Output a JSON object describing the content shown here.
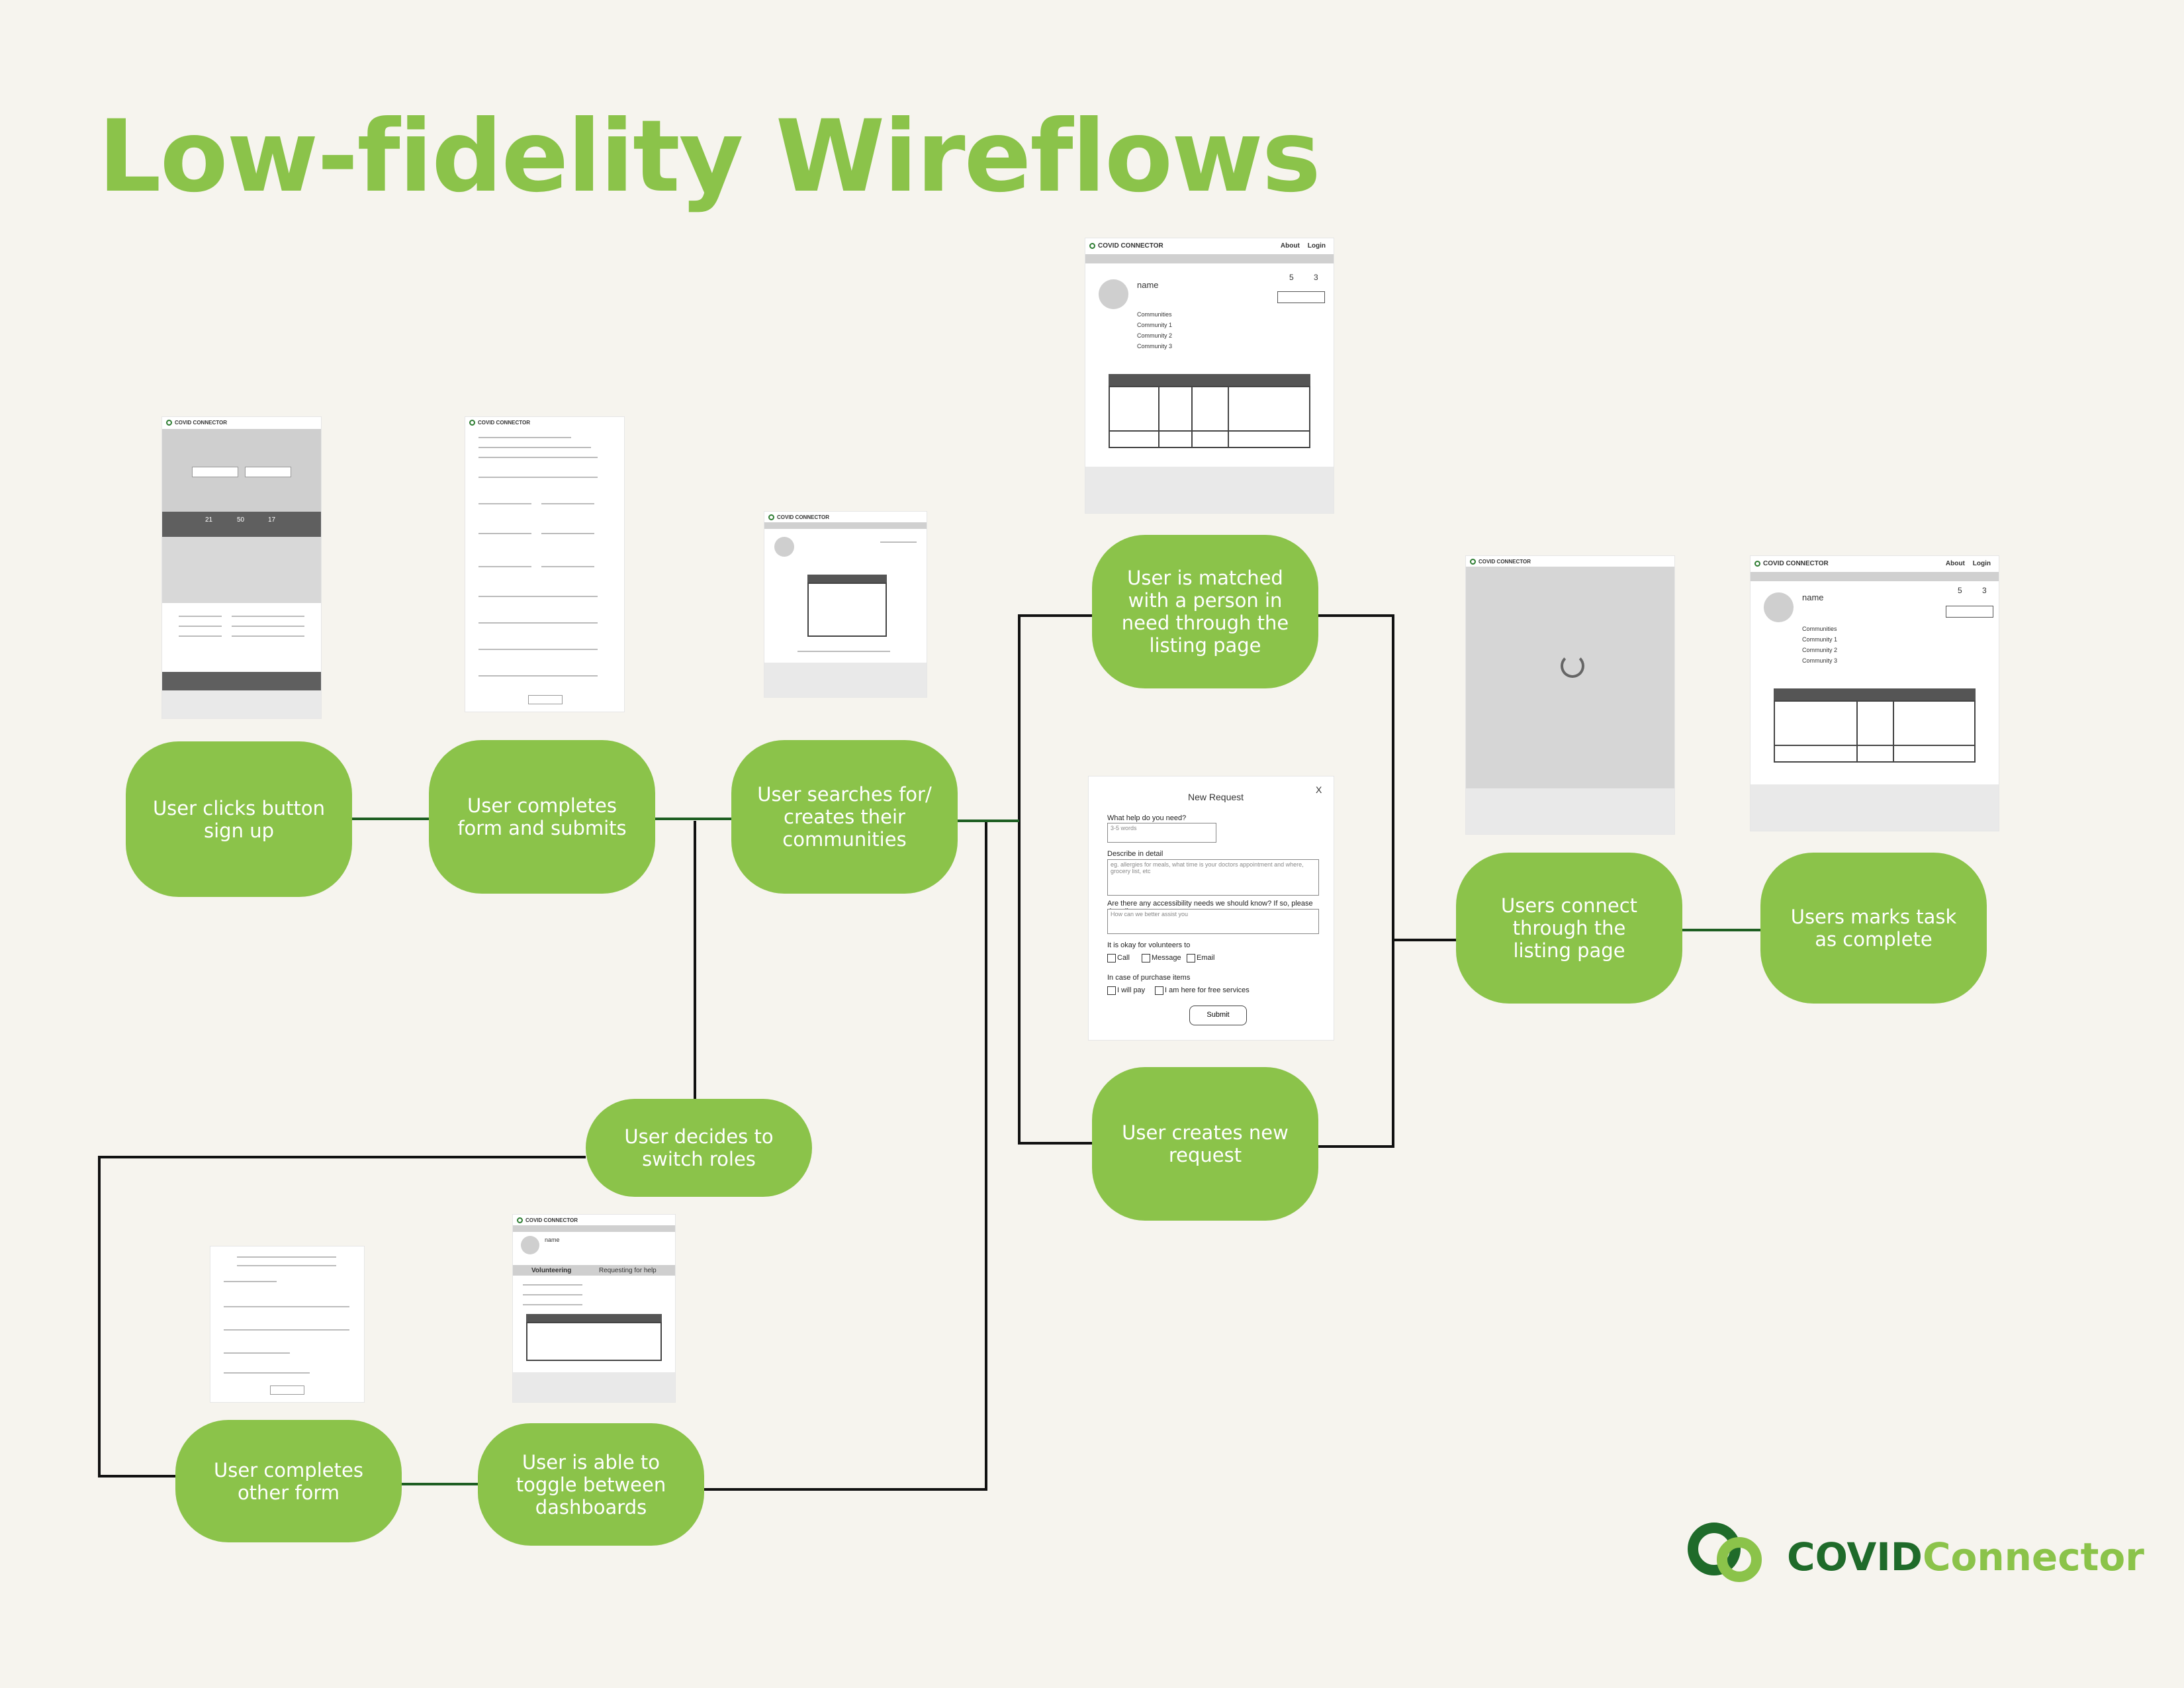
{
  "title": "Low-fidelity Wireflows",
  "colors": {
    "accent": "#8bc34a",
    "brand_dark": "#1f6b2a",
    "background": "#f6f4ee",
    "connector": "#111111",
    "link": "#1e5e22"
  },
  "nodes": {
    "signup": "User clicks button\nsign up",
    "form": "User completes\nform and submits",
    "communities": "User searches for/\ncreates their\ncommunities",
    "matched": "User is matched\nwith a person in\nneed through the\nlisting page",
    "new_request": "User creates new\nrequest",
    "connect": "Users connect\nthrough the\nlisting page",
    "complete": "Users marks task\nas complete",
    "switch_roles": "User decides to\nswitch roles",
    "other_form": "User completes\nother form",
    "toggle": "User is able to\ntoggle between\ndashboards"
  },
  "wireframes": {
    "app_name": "COVID CONNECTOR",
    "nav_about": "About",
    "nav_login": "Login",
    "profile_name": "name",
    "stat_1": "5",
    "stat_2": "3",
    "communities_label": "Communities",
    "community_1": "Community 1",
    "community_2": "Community 2",
    "community_3": "Community 3",
    "volunteering_tab": "Volunteering",
    "requesting_tab": "Requesting for help",
    "landing_stats": [
      "21",
      "50",
      "17"
    ]
  },
  "new_request_form": {
    "title": "New Request",
    "close": "X",
    "q1": "What help do you need?",
    "q1_placeholder": "3-5 words",
    "q2": "Describe in detail",
    "q2_placeholder": "eg. allergies for meals, what time is your doctors appointment and where, grocery list, etc",
    "q3": "Are there any accessibility needs we should know? If so, please describe",
    "q3_placeholder": "How can we better assist you",
    "q4": "It is okay for volunteers to",
    "opt_call": "Call",
    "opt_message": "Message",
    "opt_email": "Email",
    "q5": "In case of purchase items",
    "opt_pay": "I will pay",
    "opt_free": "I am here for free services",
    "submit": "Submit"
  },
  "brand": {
    "word1": "COVID",
    "word2": "Connector"
  }
}
